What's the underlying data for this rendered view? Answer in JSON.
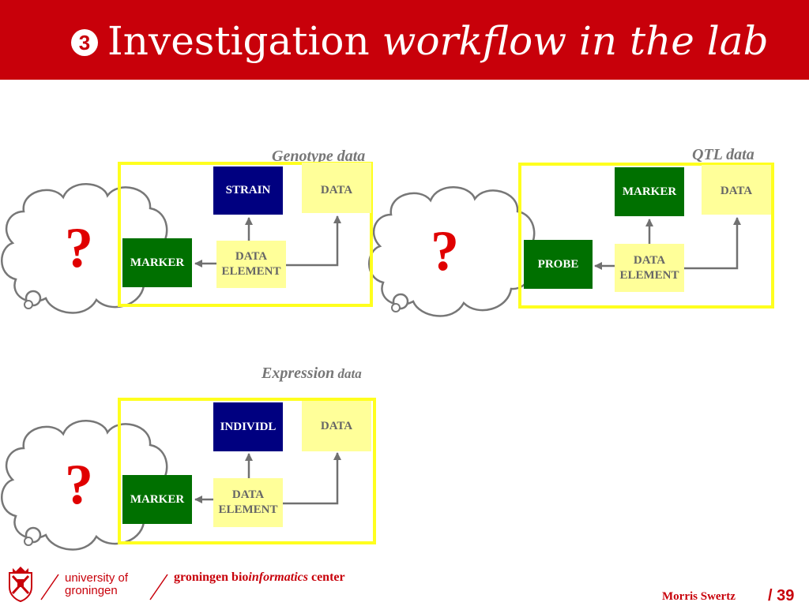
{
  "header": {
    "number_badge": "3",
    "title_plain": "Investigation",
    "title_italic": "workflow in the lab",
    "bg_color": "#c8000a"
  },
  "sections": {
    "genotype": {
      "label": "Genotype data",
      "question_mark": "?",
      "top_node": "STRAIN",
      "data_node": "DATA",
      "left_node": "MARKER",
      "center_node": "DATA ELEMENT"
    },
    "qtl": {
      "label": "QTL data",
      "question_mark": "?",
      "top_node": "MARKER",
      "data_node": "DATA",
      "left_node": "PROBE",
      "center_node": "DATA ELEMENT"
    },
    "expression": {
      "label_bold": "Expression",
      "label_rest": " data",
      "question_mark": "?",
      "top_node": "INDIVIDL",
      "data_node": "DATA",
      "left_node": "MARKER",
      "center_node": "DATA ELEMENT"
    }
  },
  "footer": {
    "university_line1": "university of",
    "university_line2": "groningen",
    "center_prefix": "groningen bio",
    "center_italic": "informatics",
    "center_suffix": " center",
    "author": "Morris Swertz",
    "page": "/ 39"
  },
  "colors": {
    "accent_red": "#c8000a",
    "box_border": "#ffff1e",
    "navy_node": "#000080",
    "green_node": "#007000",
    "pale_node": "#ffff99",
    "arrow": "#707070",
    "question": "#e00000"
  },
  "icons": [
    "cloud-icon",
    "university-crest-icon"
  ]
}
